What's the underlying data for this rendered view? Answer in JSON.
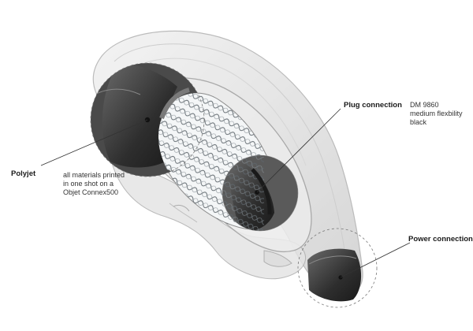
{
  "callouts": {
    "polyjet": {
      "title": "Polyjet",
      "lines": [
        "all materials printed",
        "in one shot on a",
        "Objet Connex500"
      ]
    },
    "plug": {
      "title": "Plug connection"
    },
    "material": {
      "lines": [
        "DM 9860",
        "medium flexbility",
        "black"
      ]
    },
    "power": {
      "title": "Power connection"
    }
  },
  "colors": {
    "shell_fill": "#e6e6e6",
    "shell_stroke": "#9a9a9a",
    "dark_part": "#3a3a3a",
    "mesh": "#6a7075",
    "leader_line": "#333333"
  }
}
